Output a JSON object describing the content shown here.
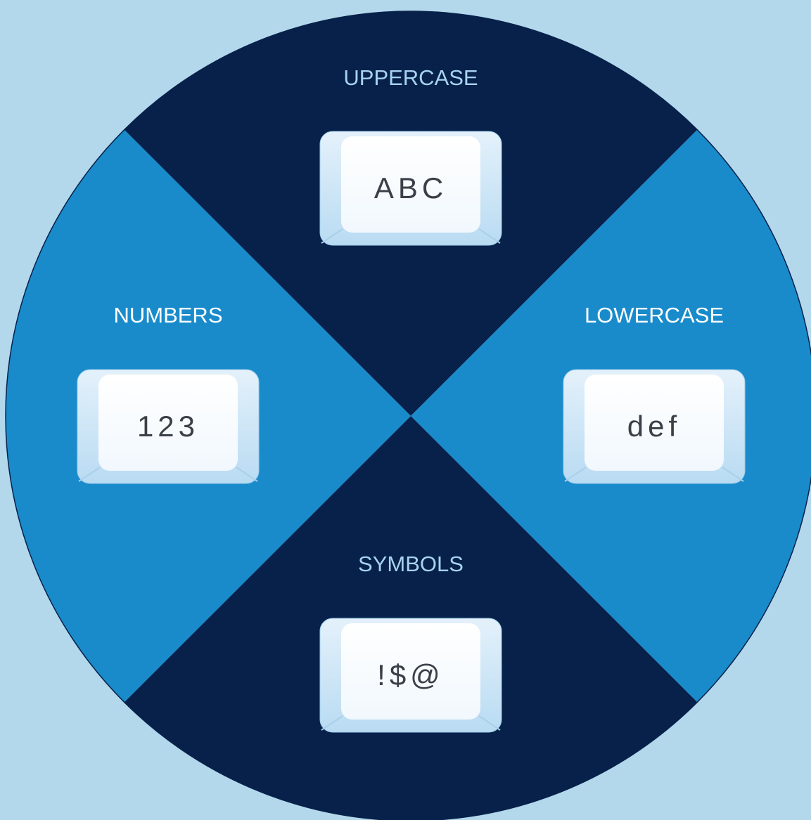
{
  "colors": {
    "background": "#b3d8ec",
    "quadrant_dark": "#07214a",
    "quadrant_light": "#198bcb",
    "label_on_dark": "#a7d3ef",
    "label_on_light": "#ffffff",
    "key_face": "#f6fbff",
    "key_rim": "#c4e1f5",
    "key_text": "#3a3f48"
  },
  "sections": {
    "top": {
      "label": "UPPERCASE",
      "key": "ABC",
      "fill": "dark"
    },
    "right": {
      "label": "LOWERCASE",
      "key": "def",
      "fill": "light"
    },
    "bottom": {
      "label": "SYMBOLS",
      "key": "!$@",
      "fill": "dark"
    },
    "left": {
      "label": "NUMBERS",
      "key": "123",
      "fill": "light"
    }
  }
}
